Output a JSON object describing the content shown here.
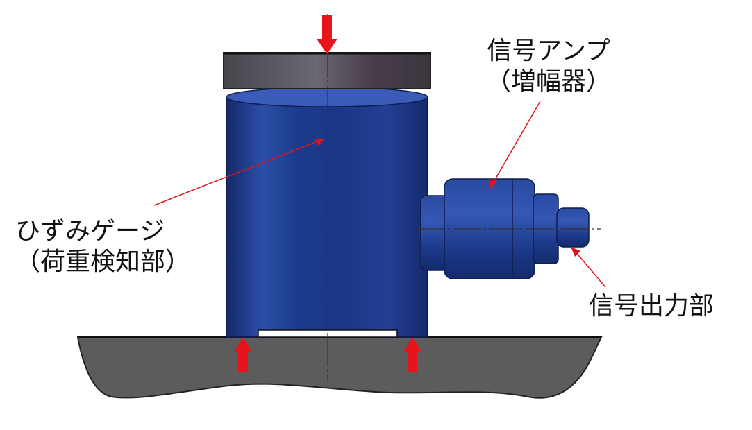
{
  "labels": {
    "amplifier": {
      "line1": "信号アンプ",
      "line2": "（増幅器）"
    },
    "strain_gauge": {
      "line1": "ひずみゲージ",
      "line2": "（荷重検知部）"
    },
    "signal_output": {
      "line1": "信号出力部"
    }
  },
  "colors": {
    "body_blue": "#1f3f8f",
    "top_plate": "#5a5560",
    "base_gray": "#5c5c5c",
    "force_arrow": "#e8141b",
    "leader_line": "#e0141b"
  },
  "icons": {
    "force_arrow_top": "arrow-down-icon",
    "force_arrow_bottom_left": "arrow-up-icon",
    "force_arrow_bottom_right": "arrow-up-icon"
  }
}
